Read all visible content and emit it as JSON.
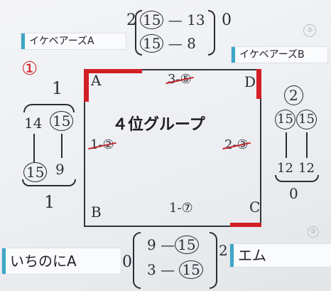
{
  "title": "４位グループ",
  "teams": {
    "a": "イケベアーズA",
    "b": "イケベアーズB",
    "c": "いちのにA",
    "d": "エム"
  },
  "corners": {
    "a": "A",
    "b": "B",
    "c": "C",
    "d": "D"
  },
  "marks": {
    "red_circle": "①",
    "circled_two": "②",
    "faint": "③"
  },
  "top_match": {
    "left_sets": "2",
    "right_sets": "0",
    "rows": [
      {
        "left": "15",
        "right": "13"
      },
      {
        "left": "15",
        "right": "8"
      }
    ]
  },
  "left_match": {
    "top_sets": "1",
    "bottom_sets": "1",
    "rows": [
      {
        "top": "14",
        "bottom": "15"
      },
      {
        "top": "15",
        "bottom": "9"
      }
    ]
  },
  "right_match": {
    "top_sets": "2",
    "bottom_sets": "0",
    "rows": [
      {
        "top": "15",
        "bottom": "12"
      },
      {
        "top": "15",
        "bottom": "12"
      }
    ]
  },
  "bottom_match": {
    "left_sets": "0",
    "right_sets": "2",
    "rows": [
      {
        "left": "9",
        "right": "15"
      },
      {
        "left": "3",
        "right": "15"
      }
    ]
  },
  "edge_labels": {
    "ad": {
      "pre": "3",
      "order": "⑤"
    },
    "ab": {
      "pre": "1",
      "order": "②"
    },
    "dc": {
      "pre": "2",
      "order": "③"
    },
    "bc": {
      "pre": "1",
      "order": "⑦"
    }
  }
}
